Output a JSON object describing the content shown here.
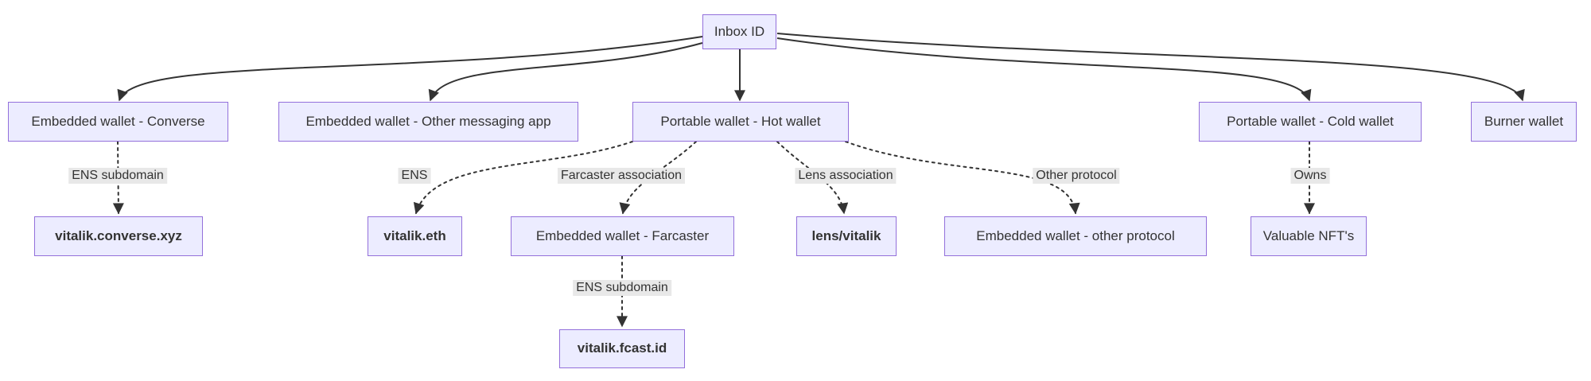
{
  "diagram": {
    "type": "flowchart",
    "nodes": {
      "inbox": {
        "label": "Inbox ID"
      },
      "converse": {
        "label": "Embedded wallet - Converse"
      },
      "othermsg": {
        "label": "Embedded wallet - Other messaging app"
      },
      "hot": {
        "label": "Portable wallet - Hot wallet"
      },
      "cold": {
        "label": "Portable wallet - Cold wallet"
      },
      "burner": {
        "label": "Burner wallet"
      },
      "vconverse": {
        "label": "vitalik.converse.xyz"
      },
      "veth": {
        "label": "vitalik.eth"
      },
      "farcaster": {
        "label": "Embedded wallet - Farcaster"
      },
      "lens": {
        "label": "lens/vitalik"
      },
      "otherproto": {
        "label": "Embedded wallet - other protocol"
      },
      "nft": {
        "label": "Valuable NFT's"
      },
      "vfcast": {
        "label": "vitalik.fcast.id"
      }
    },
    "edges": [
      {
        "from": "Inbox ID",
        "to": "Embedded wallet - Converse",
        "style": "solid",
        "label": ""
      },
      {
        "from": "Inbox ID",
        "to": "Embedded wallet - Other messaging app",
        "style": "solid",
        "label": ""
      },
      {
        "from": "Inbox ID",
        "to": "Portable wallet - Hot wallet",
        "style": "solid",
        "label": ""
      },
      {
        "from": "Inbox ID",
        "to": "Portable wallet - Cold wallet",
        "style": "solid",
        "label": ""
      },
      {
        "from": "Inbox ID",
        "to": "Burner wallet",
        "style": "solid",
        "label": ""
      },
      {
        "from": "Embedded wallet - Converse",
        "to": "vitalik.converse.xyz",
        "style": "dotted",
        "label": "ENS subdomain"
      },
      {
        "from": "Portable wallet - Hot wallet",
        "to": "vitalik.eth",
        "style": "dotted",
        "label": "ENS"
      },
      {
        "from": "Portable wallet - Hot wallet",
        "to": "Embedded wallet - Farcaster",
        "style": "dotted",
        "label": "Farcaster association"
      },
      {
        "from": "Portable wallet - Hot wallet",
        "to": "lens/vitalik",
        "style": "dotted",
        "label": "Lens association"
      },
      {
        "from": "Portable wallet - Hot wallet",
        "to": "Embedded wallet - other protocol",
        "style": "dotted",
        "label": "Other protocol"
      },
      {
        "from": "Portable wallet - Cold wallet",
        "to": "Valuable NFT's",
        "style": "dotted",
        "label": "Owns"
      },
      {
        "from": "Embedded wallet - Farcaster",
        "to": "vitalik.fcast.id",
        "style": "dotted",
        "label": "ENS subdomain"
      }
    ],
    "colors": {
      "node_fill": "#ECECFF",
      "node_border": "#9370DB",
      "edge_color": "#333333",
      "edge_label_bg": "#E8E8E8",
      "text_color": "#333333",
      "background": "#FFFFFF"
    }
  }
}
